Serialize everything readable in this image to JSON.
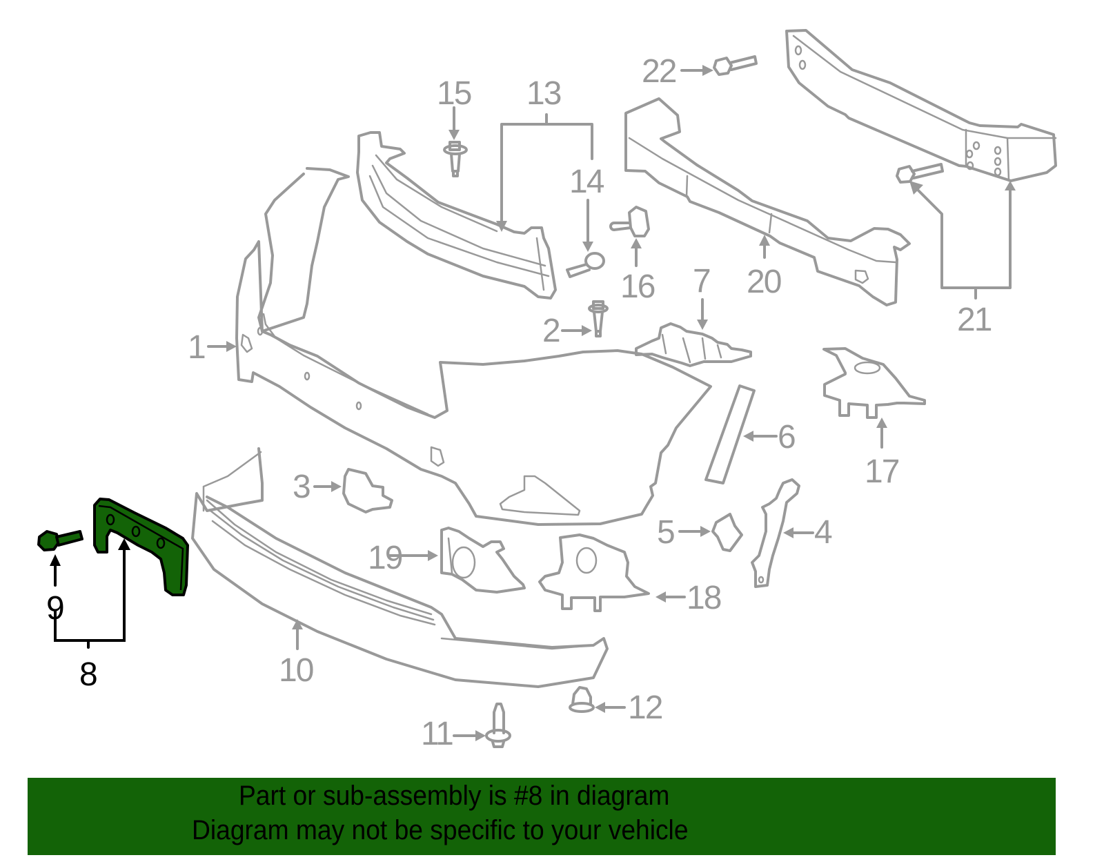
{
  "diagram": {
    "title": "Front bumper assembly parts diagram",
    "highlight_color": "#136307",
    "line_color": "#999999",
    "selected_part": "8",
    "callouts": [
      {
        "id": "1",
        "label": "1"
      },
      {
        "id": "2",
        "label": "2"
      },
      {
        "id": "3",
        "label": "3"
      },
      {
        "id": "4",
        "label": "4"
      },
      {
        "id": "5",
        "label": "5"
      },
      {
        "id": "6",
        "label": "6"
      },
      {
        "id": "7",
        "label": "7"
      },
      {
        "id": "8",
        "label": "8"
      },
      {
        "id": "9",
        "label": "9"
      },
      {
        "id": "10",
        "label": "10"
      },
      {
        "id": "11",
        "label": "11"
      },
      {
        "id": "12",
        "label": "12"
      },
      {
        "id": "13",
        "label": "13"
      },
      {
        "id": "14",
        "label": "14"
      },
      {
        "id": "15",
        "label": "15"
      },
      {
        "id": "16",
        "label": "16"
      },
      {
        "id": "17",
        "label": "17"
      },
      {
        "id": "18",
        "label": "18"
      },
      {
        "id": "19",
        "label": "19"
      },
      {
        "id": "20",
        "label": "20"
      },
      {
        "id": "21",
        "label": "21"
      },
      {
        "id": "22",
        "label": "22"
      }
    ]
  },
  "banner": {
    "line1": "Part or sub-assembly is #8 in diagram",
    "line2": "Diagram may not be specific to your vehicle",
    "background": "#136307"
  }
}
